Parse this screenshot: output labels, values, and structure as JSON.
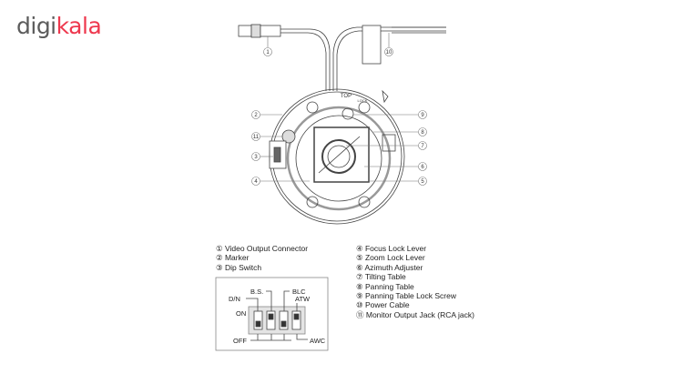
{
  "brand": {
    "logo_part1": "digi",
    "logo_part2": "kala",
    "color_grey": "#5c5c5c",
    "color_red": "#ee384e"
  },
  "diagram": {
    "top_mark": "TOP",
    "lock_mark": "LOCK",
    "callouts": [
      "1",
      "2",
      "3",
      "4",
      "5",
      "6",
      "7",
      "8",
      "9",
      "10",
      "11"
    ]
  },
  "legend": {
    "left": [
      "① Video Output Connector",
      "② Marker",
      "③ Dip Switch"
    ],
    "right": [
      "④ Focus Lock Lever",
      "⑤ Zoom Lock Lever",
      "⑥ Azimuth Adjuster",
      "⑦ Tilting Table",
      "⑧ Panning Table",
      "⑨ Panning Table Lock Screw",
      "⑩ Power Cable",
      "⑪ Monitor Output Jack (RCA jack)"
    ]
  },
  "dip_switch": {
    "labels": {
      "bs": "B.S.",
      "blc": "BLC",
      "dn": "D/N",
      "atw": "ATW",
      "on": "ON",
      "off": "OFF",
      "awc": "AWC"
    },
    "switch_states": [
      "off",
      "on",
      "off",
      "on"
    ]
  }
}
